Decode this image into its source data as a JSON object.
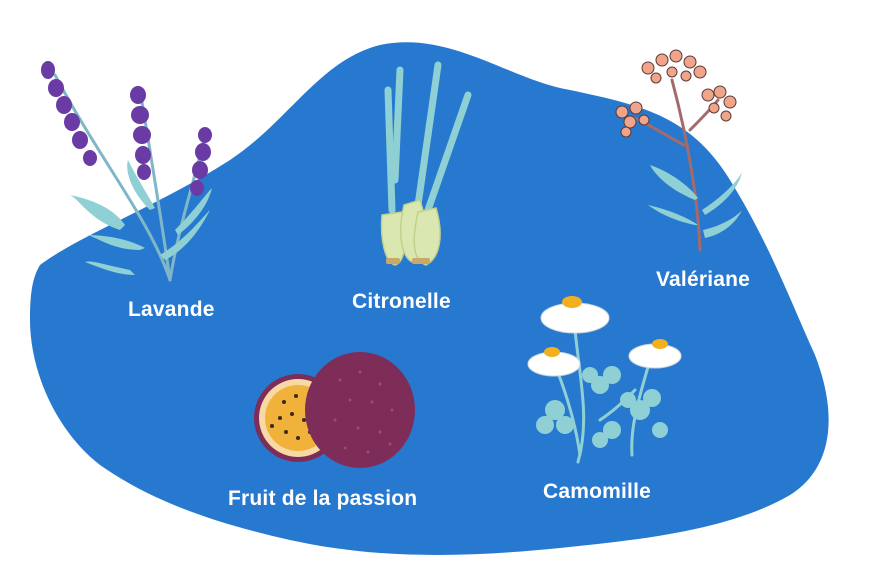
{
  "plants": {
    "lavande": {
      "label": "Lavande"
    },
    "citronelle": {
      "label": "Citronelle"
    },
    "valeriane": {
      "label": "Valériane"
    },
    "camomille": {
      "label": "Camomille"
    },
    "passion": {
      "label": "Fruit de la passion"
    }
  },
  "colors": {
    "blob": "#2779d0",
    "label": "#ffffff",
    "lavender": "#6a3aa5",
    "leaf": "#7fc5cf",
    "lemongrass_base": "#dbe7b0",
    "valerian_flower": "#f0a58a",
    "chamomile_center": "#f2b01e",
    "passion_purple": "#7d2d57",
    "passion_pulp": "#f0b23a"
  },
  "icons": [
    "lavender-illustration",
    "lemongrass-illustration",
    "valerian-illustration",
    "chamomile-illustration",
    "passion-fruit-illustration"
  ]
}
